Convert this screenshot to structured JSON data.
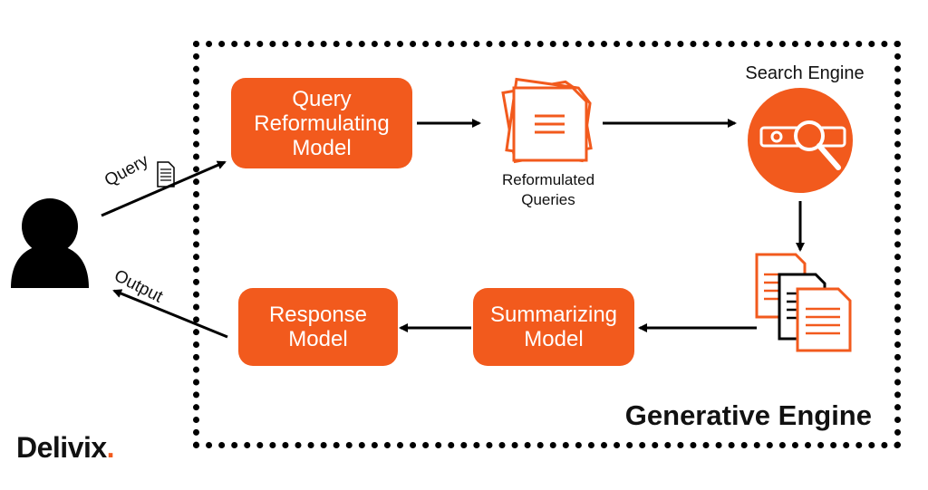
{
  "diagram": {
    "engine_title": "Generative Engine",
    "brand_name": "Delivix",
    "brand_dot": ".",
    "accent_color": "#f25a1d",
    "nodes": {
      "query_model": "Query\nReformulating\nModel",
      "reformulated_queries": "Reformulated\nQueries",
      "search_engine": "Search Engine",
      "summarizing_model": "Summarizing\nModel",
      "response_model": "Response\nModel"
    },
    "edges": {
      "query": "Query",
      "output": "Output"
    },
    "icons": [
      "user-icon",
      "document-icon",
      "documents-stack-icon",
      "search-engine-icon",
      "result-documents-icon"
    ]
  }
}
